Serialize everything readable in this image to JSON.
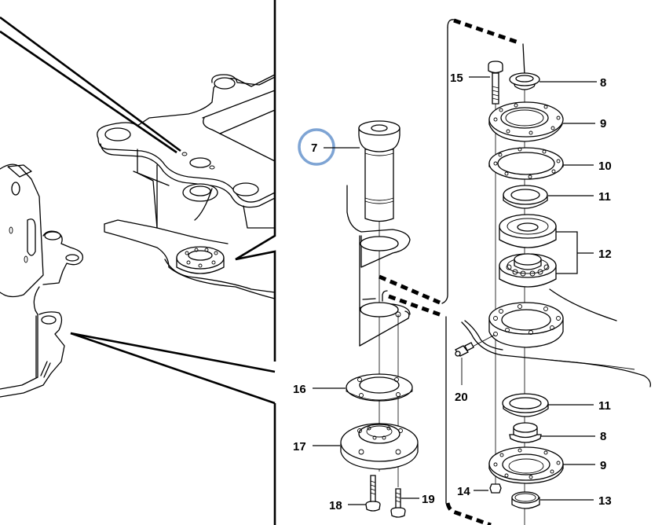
{
  "diagram": {
    "type": "exploded-parts-view",
    "subject": "slewing bearing / pivot assembly",
    "highlight_color": "#7ea4d4",
    "highlighted_callout": "7",
    "callouts": [
      {
        "id": "c7",
        "label": "7",
        "part": "bushing"
      },
      {
        "id": "c8a",
        "label": "8",
        "part": "seal (upper)"
      },
      {
        "id": "c9a",
        "label": "9",
        "part": "flange (upper)"
      },
      {
        "id": "c10",
        "label": "10",
        "part": "gasket"
      },
      {
        "id": "c11a",
        "label": "11",
        "part": "seal ring (upper)"
      },
      {
        "id": "c12",
        "label": "12",
        "part": "bearings"
      },
      {
        "id": "c15",
        "label": "15",
        "part": "bolt"
      },
      {
        "id": "c20",
        "label": "20",
        "part": "grease nipple"
      },
      {
        "id": "c11b",
        "label": "11",
        "part": "seal ring (lower)"
      },
      {
        "id": "c8b",
        "label": "8",
        "part": "seal (lower)"
      },
      {
        "id": "c9b",
        "label": "9",
        "part": "flange (lower)"
      },
      {
        "id": "c13",
        "label": "13",
        "part": "sleeve"
      },
      {
        "id": "c14",
        "label": "14",
        "part": "nut"
      },
      {
        "id": "c16",
        "label": "16",
        "part": "shim plate"
      },
      {
        "id": "c17",
        "label": "17",
        "part": "hub"
      },
      {
        "id": "c18",
        "label": "18",
        "part": "bolt"
      },
      {
        "id": "c19",
        "label": "19",
        "part": "bolt"
      }
    ]
  }
}
